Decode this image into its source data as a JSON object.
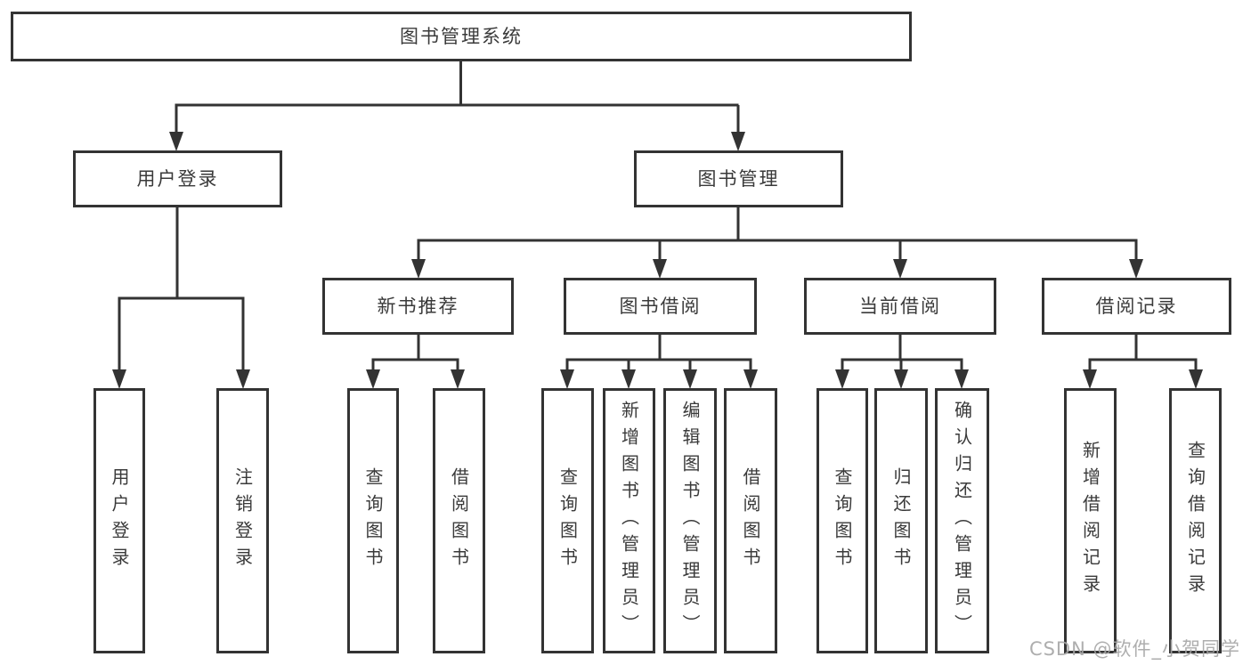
{
  "diagram": {
    "root": {
      "label": "图书管理系统"
    },
    "branches": [
      {
        "label": "用户登录",
        "children": [
          {
            "label": "用户登录"
          },
          {
            "label": "注销登录"
          }
        ]
      },
      {
        "label": "图书管理",
        "children": [
          {
            "label": "新书推荐",
            "children": [
              {
                "label": "查询图书"
              },
              {
                "label": "借阅图书"
              }
            ]
          },
          {
            "label": "图书借阅",
            "children": [
              {
                "label": "查询图书"
              },
              {
                "label": "新增图书（管理员）"
              },
              {
                "label": "编辑图书（管理员）"
              },
              {
                "label": "借阅图书"
              }
            ]
          },
          {
            "label": "当前借阅",
            "children": [
              {
                "label": "查询图书"
              },
              {
                "label": "归还图书"
              },
              {
                "label": "确认归还（管理员）"
              }
            ]
          },
          {
            "label": "借阅记录",
            "children": [
              {
                "label": "新增借阅记录"
              },
              {
                "label": "查询借阅记录"
              }
            ]
          }
        ]
      }
    ]
  },
  "watermark": {
    "text": "CSDN @软件_小贺同学"
  },
  "colors": {
    "line": "#333333",
    "text": "#3a3a3a",
    "watermark": "#a5a5a5"
  }
}
